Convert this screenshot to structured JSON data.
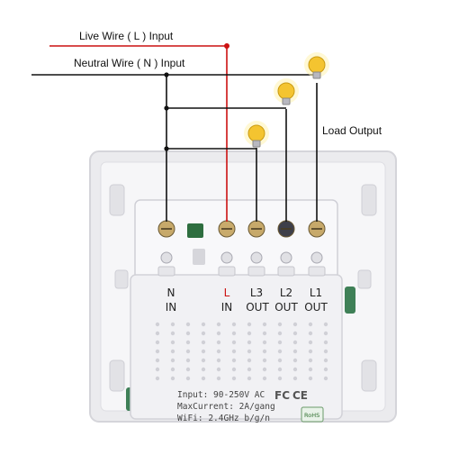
{
  "labels": {
    "live_wire": "Live Wire ( L )  Input",
    "neutral_wire": "Neutral Wire ( N )  Input",
    "load_output": "Load Output"
  },
  "terminals": [
    {
      "code": "N",
      "role": "IN"
    },
    {
      "code": "L",
      "role": "IN"
    },
    {
      "code": "L3",
      "role": "OUT"
    },
    {
      "code": "L2",
      "role": "OUT"
    },
    {
      "code": "L1",
      "role": "OUT"
    }
  ],
  "specs": {
    "input": "Input: 90-250V AC",
    "max_current": "MaxCurrent: 2A/gang",
    "wifi": "WiFi: 2.4GHz b/g/n"
  },
  "marks": {
    "fc": "FC",
    "ce": "CE",
    "rohs": "RoHS"
  },
  "colors": {
    "live_wire": "#cc1111",
    "neutral_wire": "#111111",
    "load_wire": "#111111",
    "bulb": "#f4c430",
    "panel": "#f3f3f5",
    "terminal_label_L": "#cc1111"
  }
}
